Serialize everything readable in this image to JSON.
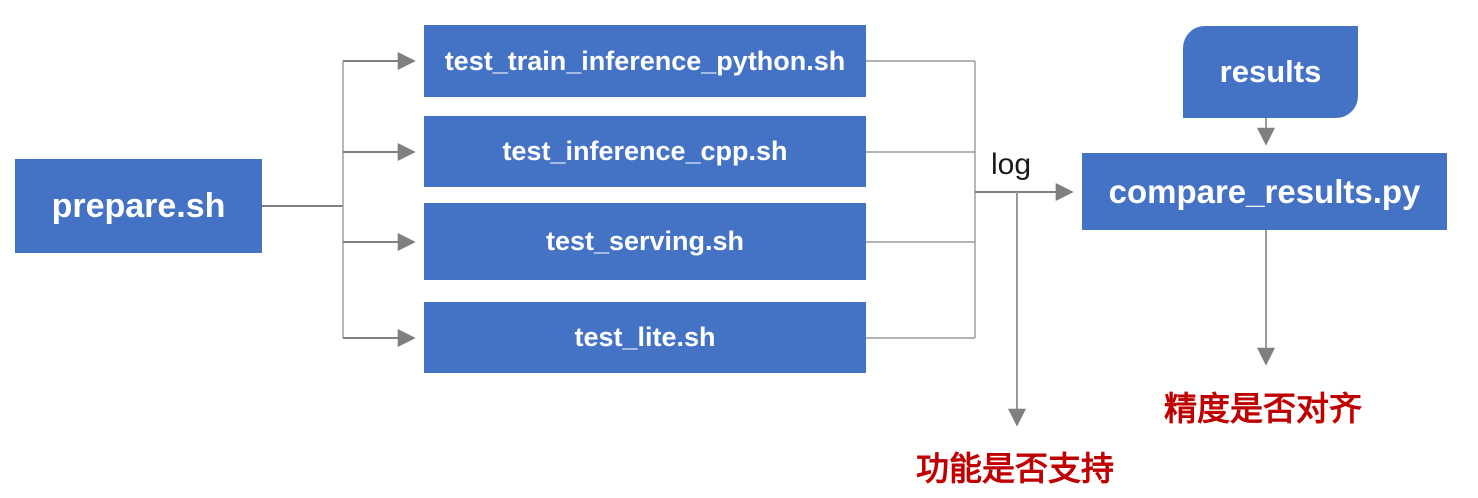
{
  "colors": {
    "node-blue": "#4472c4",
    "line-gray": "#7f7f7f",
    "annotation-red": "#c00000",
    "log-black": "#1a1a1a"
  },
  "nodes": {
    "prepare": "prepare.sh",
    "test_train_inference_python": "test_train_inference_python.sh",
    "test_inference_cpp": "test_inference_cpp.sh",
    "test_serving": "test_serving.sh",
    "test_lite": "test_lite.sh",
    "results": "results",
    "compare_results": "compare_results.py"
  },
  "labels": {
    "log": "log",
    "function_supported": "功能是否支持",
    "precision_aligned": "精度是否对齐"
  }
}
